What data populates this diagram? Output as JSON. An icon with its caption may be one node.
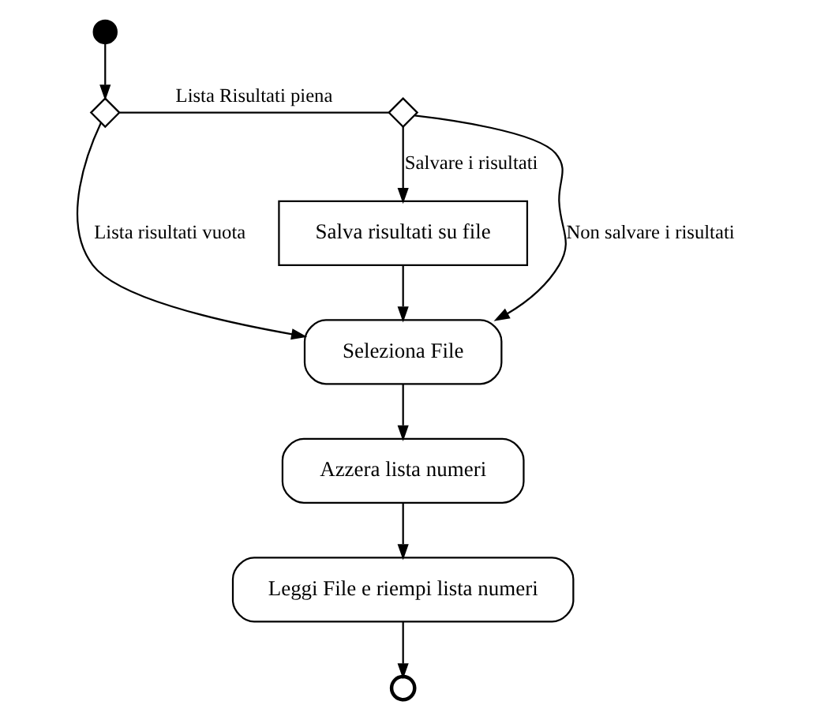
{
  "diagram": {
    "nodes": [
      {
        "text": [],
        "shape": "circle"
      },
      {
        "text": [],
        "shape": "diamond"
      },
      {
        "text": [],
        "shape": "diamond"
      },
      {
        "text": [
          "Salva risultati su file"
        ]
      },
      {
        "text": [
          "Seleziona File"
        ]
      },
      {
        "text": [
          "Azzera lista numeri"
        ]
      },
      {
        "text": [
          "Leggi File e riempi lista numeri"
        ]
      },
      {
        "text": [],
        "shape": "circle"
      }
    ],
    "edges": [
      {
        "from": 0,
        "to": 1,
        "arrow": "to"
      },
      {
        "from": 1,
        "to": 2,
        "arrow": "none",
        "label": "Lista Risultati piena"
      },
      {
        "from": 2,
        "to": 4,
        "arrow": "to",
        "label": "Non salvare i risultati"
      },
      {
        "from": 2,
        "to": 3,
        "arrow": "to",
        "label": "Salvare i risultati"
      },
      {
        "from": 3,
        "to": 4,
        "arrow": "to"
      },
      {
        "from": 1,
        "to": 4,
        "arrow": "to",
        "label": "Lista risultati vuota"
      },
      {
        "from": 4,
        "to": 5,
        "arrow": "to"
      },
      {
        "from": 5,
        "to": 6,
        "arrow": "to"
      },
      {
        "from": 6,
        "to": 7,
        "arrow": "to"
      }
    ]
  }
}
